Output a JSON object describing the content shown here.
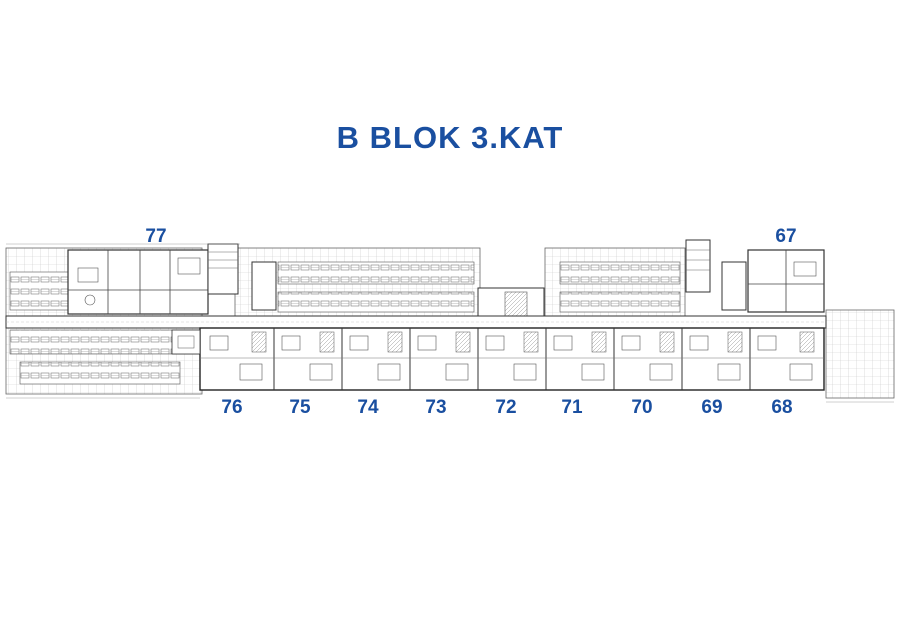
{
  "title": "B BLOK 3.KAT",
  "accent_color": "#1a4fa0",
  "units_top": [
    {
      "id": "unit-77",
      "label": "77"
    },
    {
      "id": "unit-67",
      "label": "67"
    }
  ],
  "units_bottom": [
    {
      "id": "unit-76",
      "label": "76"
    },
    {
      "id": "unit-75",
      "label": "75"
    },
    {
      "id": "unit-74",
      "label": "74"
    },
    {
      "id": "unit-73",
      "label": "73"
    },
    {
      "id": "unit-72",
      "label": "72"
    },
    {
      "id": "unit-71",
      "label": "71"
    },
    {
      "id": "unit-70",
      "label": "70"
    },
    {
      "id": "unit-69",
      "label": "69"
    },
    {
      "id": "unit-68",
      "label": "68"
    }
  ]
}
